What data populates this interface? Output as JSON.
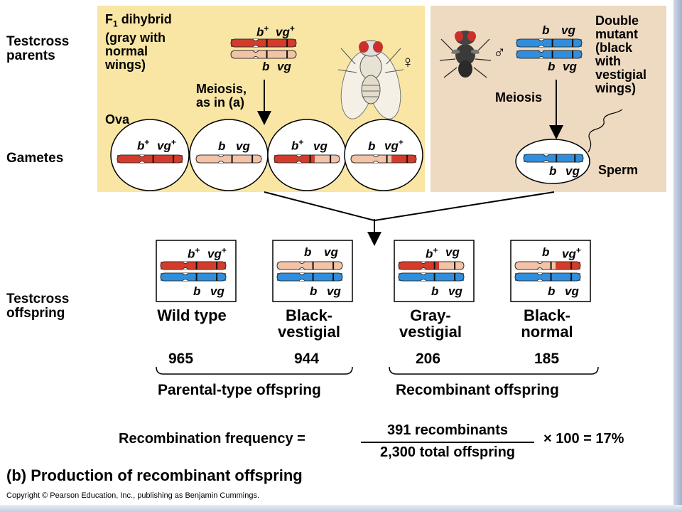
{
  "labels": {
    "testcross_parents": [
      "Testcross",
      "parents"
    ],
    "gametes": "Gametes",
    "testcross_offspring": [
      "Testcross",
      "offspring"
    ]
  },
  "female": {
    "title": [
      "F",
      "1",
      " dihybrid"
    ],
    "desc": [
      "(gray with",
      "normal",
      "wings)"
    ],
    "meiosis": [
      "Meiosis,",
      "as in (a)"
    ],
    "ova": "Ova",
    "sex_symbol": "♀"
  },
  "male": {
    "title": [
      "Double",
      "mutant",
      "(black",
      "with",
      "vestigial",
      "wings)"
    ],
    "meiosis": "Meiosis",
    "sperm": "Sperm",
    "sex_symbol": "♂"
  },
  "alleles": {
    "b_plus": "b",
    "vg_plus": "vg",
    "b": "b",
    "vg": "vg",
    "plus": "+"
  },
  "offspring": [
    {
      "name": [
        "Wild type"
      ],
      "count": "965"
    },
    {
      "name": [
        "Black-",
        "vestigial"
      ],
      "count": "944"
    },
    {
      "name": [
        "Gray-",
        "vestigial"
      ],
      "count": "206"
    },
    {
      "name": [
        "Black-",
        "normal"
      ],
      "count": "185"
    }
  ],
  "groups": {
    "parental": "Parental-type offspring",
    "recombinant": "Recombinant offspring"
  },
  "formula": {
    "lhs": "Recombination frequency =",
    "numerator": "391 recombinants",
    "denominator": "2,300 total offspring",
    "rhs": "× 100 = 17%"
  },
  "caption": "(b) Production of recombinant offspring",
  "copyright": "Copyright © Pearson Education, Inc., publishing as Benjamin Cummings.",
  "colors": {
    "female_panel": "#f9e6a4",
    "male_panel": "#eed9c1",
    "red": "#d43b2a",
    "pink": "#f3c3a8",
    "blue": "#2f8fde"
  }
}
